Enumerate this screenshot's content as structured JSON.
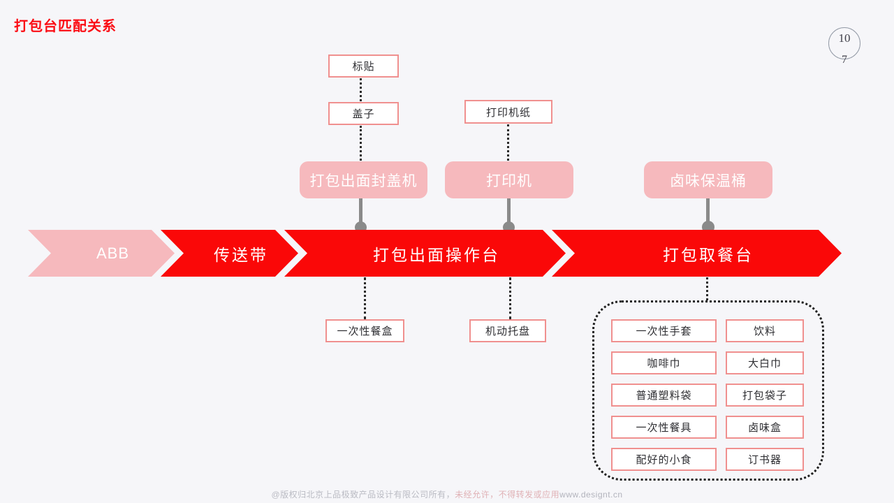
{
  "page": {
    "title": "打包台匹配关系",
    "page_number_top": "10",
    "page_number_bottom": "7"
  },
  "colors": {
    "background": "#f6f6f9",
    "accent_red": "#fa0808",
    "light_pink": "#f6b9bd",
    "box_border": "#f0908f",
    "connector_gray": "#8a8a8a",
    "title_red": "#fb0d15"
  },
  "top_chain": {
    "biaotie": "标贴",
    "gaizi": "盖子",
    "dayinjizhi": "打印机纸"
  },
  "machines": [
    {
      "label": "打包出面封盖机"
    },
    {
      "label": "打印机"
    },
    {
      "label": "卤味保温桶"
    }
  ],
  "flow": [
    {
      "label": "ABB",
      "variant": "pink"
    },
    {
      "label": "传送带",
      "variant": "red"
    },
    {
      "label": "打包出面操作台",
      "variant": "red"
    },
    {
      "label": "打包取餐台",
      "variant": "red"
    }
  ],
  "below_items": {
    "canhe": "一次性餐盒",
    "tuopan": "机动托盘"
  },
  "supplies": {
    "left_column": [
      "一次性手套",
      "咖啡巾",
      "普通塑料袋",
      "一次性餐具",
      "配好的小食"
    ],
    "right_column": [
      "饮料",
      "大白巾",
      "打包袋子",
      "卤味盒",
      "订书器"
    ]
  },
  "footer": {
    "part1": "@版权归北京上品极致产品设计有限公司所有，",
    "part2": "未经允许，不得转发或应用",
    "part3": "www.designt.cn"
  }
}
